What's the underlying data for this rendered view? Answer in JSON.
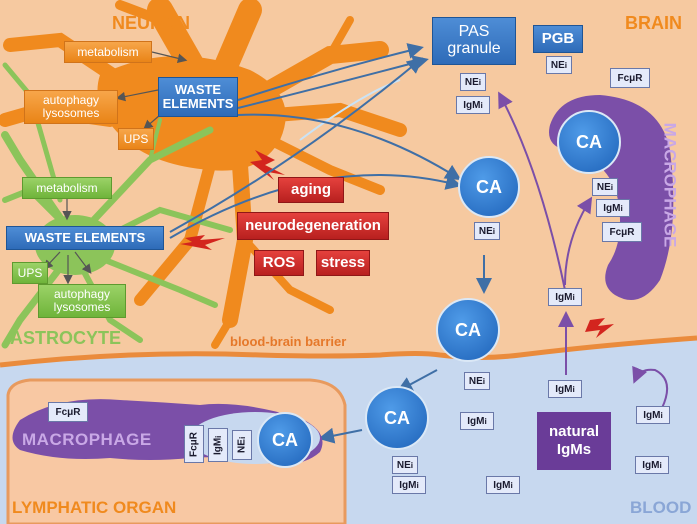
{
  "regions": {
    "neuron": "NEURON",
    "brain": "BRAIN",
    "astrocyte": "ASTROCYTE",
    "bbb": "blood-brain barrier",
    "blood": "BLOOD",
    "lymphatic": "LYMPHATIC ORGAN"
  },
  "neuron": {
    "metabolism": "metabolism",
    "waste_line1": "WASTE",
    "waste_line2": "ELEMENTS",
    "autophagy": "autophagy",
    "lysosomes": "lysosomes",
    "ups": "UPS"
  },
  "astrocyte": {
    "metabolism": "metabolism",
    "waste": "WASTE ELEMENTS",
    "ups": "UPS",
    "autophagy": "autophagy",
    "lysosomes": "lysosomes"
  },
  "factors": {
    "aging": "aging",
    "neurodegeneration": "neurodegeneration",
    "ros": "ROS",
    "stress": "stress"
  },
  "pas": {
    "line1": "PAS",
    "line2": "granule"
  },
  "pgb": "PGB",
  "ca": "CA",
  "ne": "NE",
  "igm": "IgM",
  "sub_i": "i",
  "fcur": "FcμR",
  "macrophage": "MACROPHAGE",
  "natural": {
    "line1": "natural",
    "line2": "IgMs"
  },
  "colors": {
    "brain_bg": "#f6c9a0",
    "blood_bg": "#c7d8ef",
    "neuron": "#f08a1e",
    "astrocyte": "#8cc45a",
    "macrophage": "#7b4fa8",
    "ca": "#2f74c8",
    "factor": "#c92a2a",
    "lightning": "#d3251e"
  }
}
